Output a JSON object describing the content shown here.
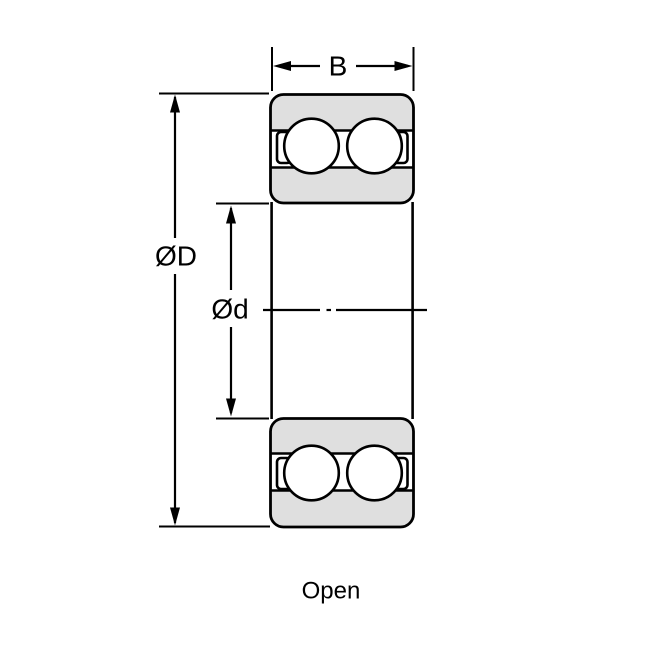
{
  "diagram": {
    "caption": "Open",
    "dimensions": {
      "width_label": "B",
      "outer_diameter_label": "ØD",
      "bore_diameter_label": "Ød"
    },
    "colors": {
      "ring_fill": "#dfdfdf",
      "line": "#000000",
      "background": "#ffffff",
      "ball_fill": "#ffffff"
    }
  }
}
